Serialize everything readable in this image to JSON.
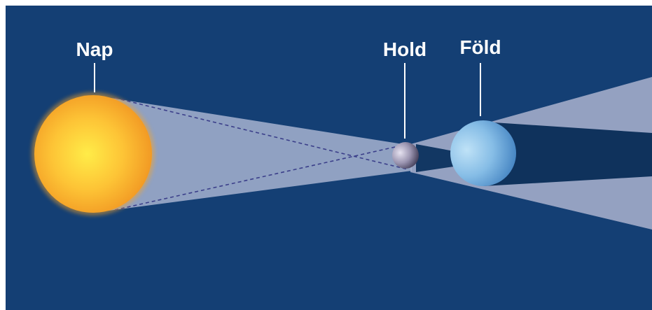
{
  "diagram": {
    "labels": {
      "sun": "Nap",
      "moon": "Hold",
      "earth": "Föld"
    }
  },
  "colors": {
    "background": "#143f74",
    "light_cone": "#9aa6c8",
    "shadow": "#0e2f55",
    "sun_core": "#ffe23a",
    "sun_edge": "#f5a623",
    "earth_light": "#a9d4f0",
    "earth_dark": "#5b9ad0",
    "moon_light": "#d9d6e6",
    "moon_dark": "#3a3550"
  }
}
